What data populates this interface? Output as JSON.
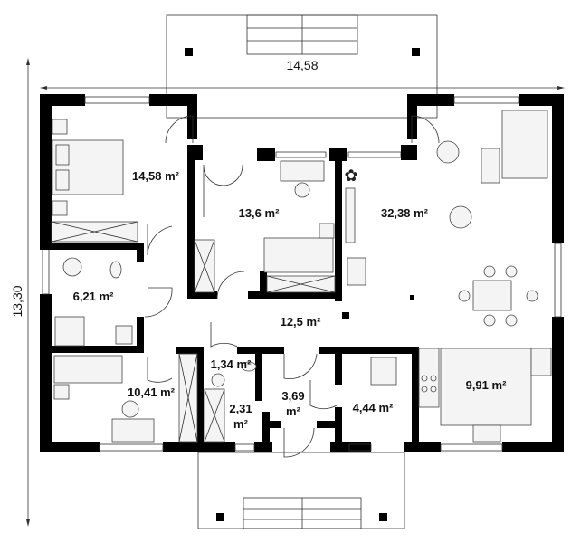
{
  "dimensions": {
    "width": "14,58",
    "height": "13,30"
  },
  "rooms": [
    {
      "id": "bedroom-1",
      "label": "14,58 m²"
    },
    {
      "id": "bedroom-2",
      "label": "13,6 m²"
    },
    {
      "id": "living-room",
      "label": "32,38 m²"
    },
    {
      "id": "bathroom",
      "label": "6,21 m²"
    },
    {
      "id": "hall",
      "label": "12,5 m²"
    },
    {
      "id": "wc",
      "label": "1,34 m²"
    },
    {
      "id": "bedroom-3",
      "label": "10,41 m²"
    },
    {
      "id": "storage",
      "label_line1": "2,31",
      "label_line2": "m²"
    },
    {
      "id": "vestibule",
      "label_line1": "3,69",
      "label_line2": "m²"
    },
    {
      "id": "boiler-room",
      "label": "4,44 m²"
    },
    {
      "id": "kitchen",
      "label": "9,91 m²"
    }
  ]
}
